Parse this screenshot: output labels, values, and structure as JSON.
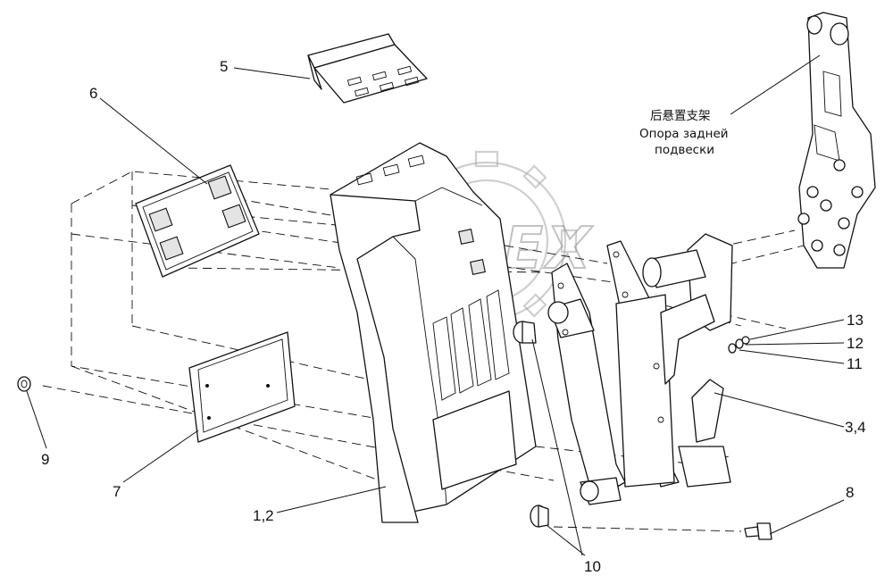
{
  "diagram": {
    "callouts": [
      {
        "id": "5",
        "text": "5"
      },
      {
        "id": "6",
        "text": "6"
      },
      {
        "id": "9",
        "text": "9"
      },
      {
        "id": "7",
        "text": "7"
      },
      {
        "id": "1_2",
        "text": "1,2"
      },
      {
        "id": "10",
        "text": "10"
      },
      {
        "id": "13",
        "text": "13"
      },
      {
        "id": "12",
        "text": "12"
      },
      {
        "id": "11",
        "text": "11"
      },
      {
        "id": "3_4",
        "text": "3,4"
      },
      {
        "id": "8",
        "text": "8"
      }
    ],
    "note": {
      "line1": "后悬置支架",
      "line2": "Опора задней",
      "line3": "подвески"
    },
    "watermark": "OPEX"
  }
}
